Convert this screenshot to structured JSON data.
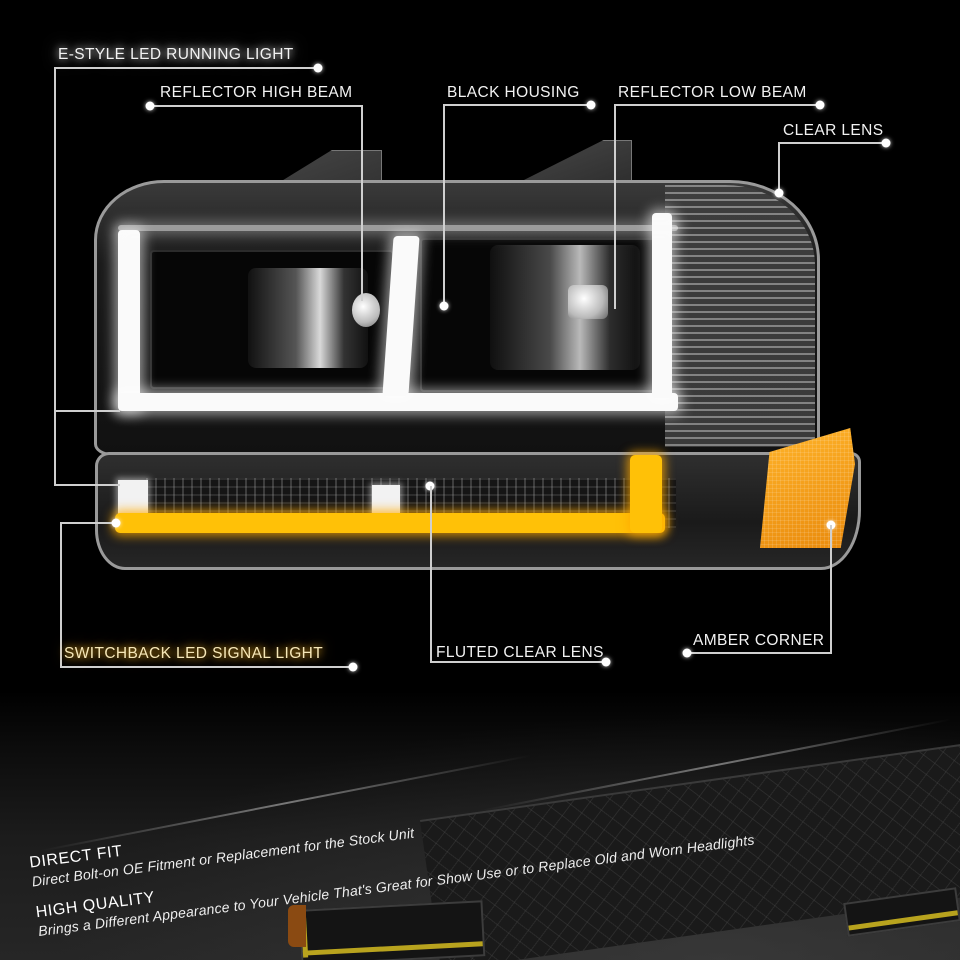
{
  "callouts": {
    "running_light": "E-STYLE LED RUNNING LIGHT",
    "high_beam": "REFLECTOR HIGH BEAM",
    "housing": "BLACK HOUSING",
    "low_beam": "REFLECTOR LOW BEAM",
    "clear_lens": "CLEAR LENS",
    "signal_light": "SWITCHBACK LED SIGNAL LIGHT",
    "fluted_lens": "FLUTED CLEAR LENS",
    "amber_corner": "AMBER CORNER"
  },
  "features": [
    {
      "title": "DIRECT FIT",
      "description": "Direct Bolt-on OE Fitment or Replacement for the Stock Unit"
    },
    {
      "title": "HIGH QUALITY",
      "description": "Brings a Different Appearance to Your Vehicle That's Great for Show Use or to Replace Old and Worn Headlights"
    }
  ],
  "colors": {
    "background": "#000000",
    "drl_white": "#fafafa",
    "signal_amber": "#ffc107",
    "corner_amber": "#f0a020",
    "callout_line": "#cfcfcf"
  }
}
